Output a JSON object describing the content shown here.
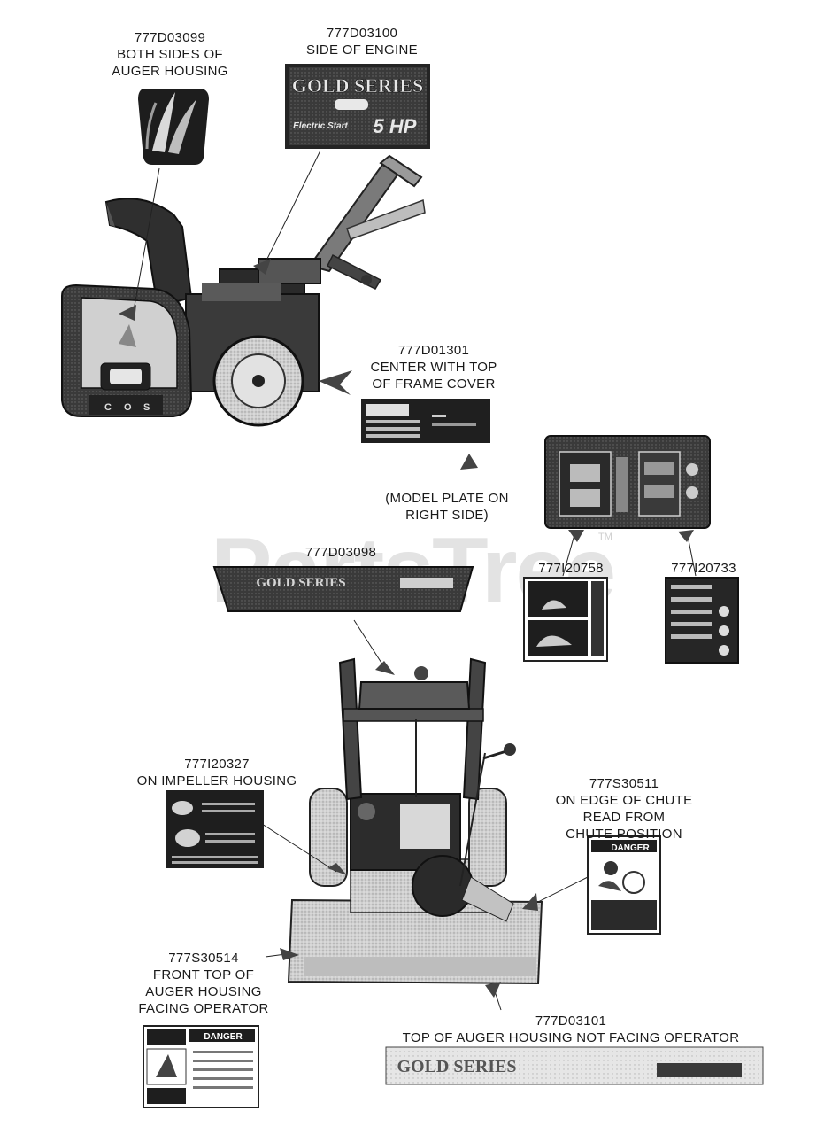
{
  "watermark": {
    "text": "PartsTree",
    "tm": "TM"
  },
  "labels": {
    "d03099": {
      "part": "777D03099",
      "lines": [
        "BOTH SIDES OF",
        "AUGER HOUSING"
      ]
    },
    "d03100": {
      "part": "777D03100",
      "lines": [
        "SIDE OF ENGINE"
      ]
    },
    "d01301": {
      "part": "777D01301",
      "lines": [
        "CENTER WITH TOP",
        "OF FRAME COVER"
      ]
    },
    "model_plate": {
      "lines": [
        "(MODEL PLATE ON",
        "RIGHT SIDE)"
      ]
    },
    "d03098": {
      "part": "777D03098"
    },
    "i20758": {
      "part": "777I20758"
    },
    "i20733": {
      "part": "777I20733"
    },
    "i20327": {
      "part": "777I20327",
      "lines": [
        "ON IMPELLER HOUSING"
      ]
    },
    "s30511": {
      "part": "777S30511",
      "lines": [
        "ON EDGE OF CHUTE",
        "READ FROM",
        "CHUTE POSITION"
      ]
    },
    "s30514": {
      "part": "777S30514",
      "lines": [
        "FRONT TOP OF",
        "AUGER HOUSING",
        "FACING OPERATOR"
      ]
    },
    "d03101": {
      "part": "777D03101",
      "lines": [
        "TOP OF AUGER HOUSING NOT FACING OPERATOR"
      ]
    }
  },
  "decals": {
    "engine": {
      "brand": "GOLD SERIES",
      "line": "Electric Start",
      "hp": "5 HP"
    },
    "gold_series": "GOLD SERIES",
    "danger": "DANGER",
    "auger_letters": [
      "C",
      "O",
      "S"
    ]
  }
}
